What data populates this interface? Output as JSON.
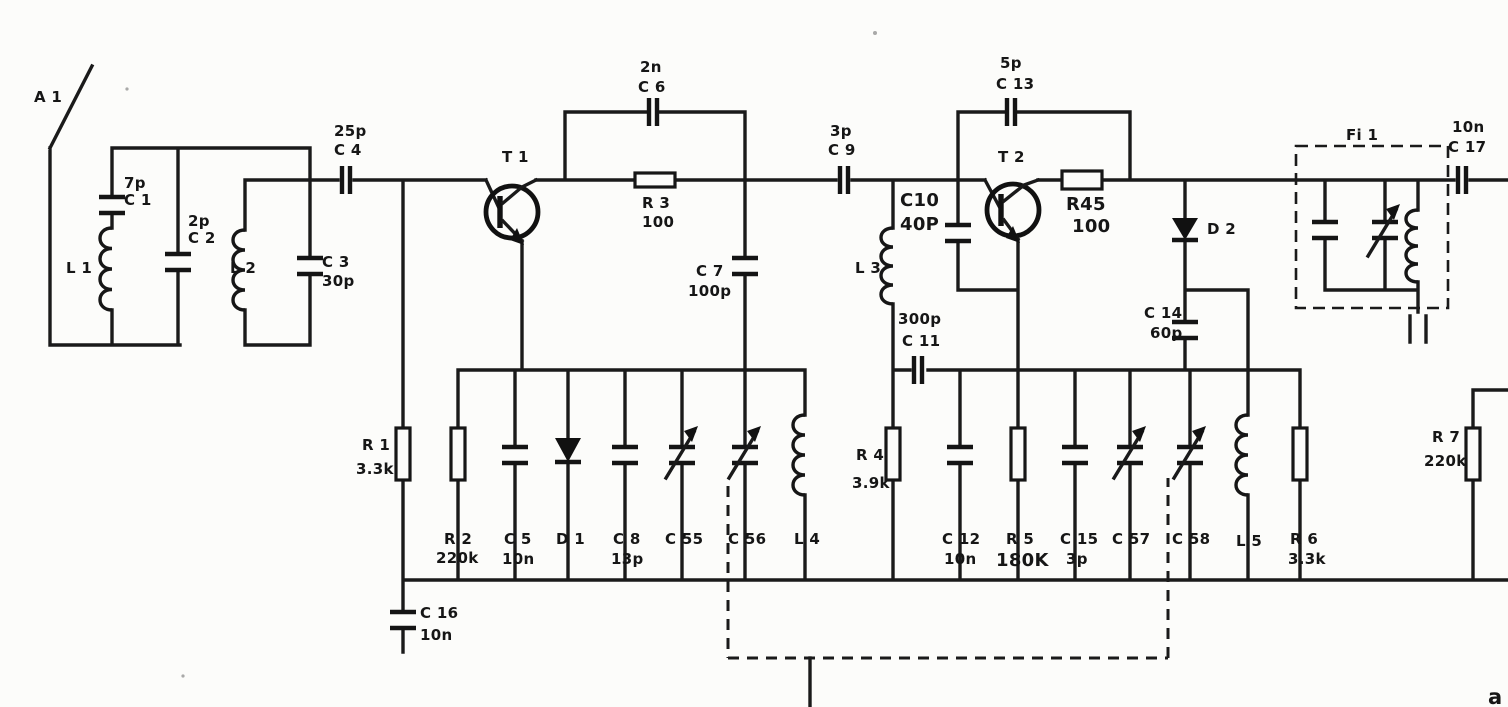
{
  "diagram": {
    "kind": "two-transistor RF receiver schematic (scanned)",
    "ink": "#161616",
    "paper": "#fcfcfa"
  },
  "components": {
    "a1": {
      "ref": "A 1"
    },
    "c1": {
      "ref": "C 1",
      "value": "7p"
    },
    "c2": {
      "ref": "C 2",
      "value": "2p"
    },
    "c3": {
      "ref": "C 3",
      "value": "30p"
    },
    "c4": {
      "ref": "C 4",
      "value": "25p"
    },
    "c5": {
      "ref": "C 5",
      "value": "10n"
    },
    "c6": {
      "ref": "C 6",
      "value": "2n"
    },
    "c7": {
      "ref": "C 7",
      "value": "100p"
    },
    "c8": {
      "ref": "C 8",
      "value": "13p"
    },
    "c9": {
      "ref": "C 9",
      "value": "3p"
    },
    "c10": {
      "ref": "C10",
      "value": "40P"
    },
    "c11": {
      "ref": "C 11",
      "value": "300p"
    },
    "c12": {
      "ref": "C 12",
      "value": "10n"
    },
    "c13": {
      "ref": "C 13",
      "value": "5p"
    },
    "c14": {
      "ref": "C 14",
      "value": "60p"
    },
    "c15": {
      "ref": "C 15",
      "value": "3p"
    },
    "c16": {
      "ref": "C 16",
      "value": "10n"
    },
    "c17": {
      "ref": "C 17",
      "value": "10n"
    },
    "c55": {
      "ref": "C 55"
    },
    "c56": {
      "ref": "C 56"
    },
    "c57": {
      "ref": "C 57"
    },
    "c58": {
      "ref": "C 58"
    },
    "r1": {
      "ref": "R 1",
      "value": "3.3k"
    },
    "r2": {
      "ref": "R 2",
      "value": "220k"
    },
    "r3": {
      "ref": "R 3",
      "value": "100"
    },
    "r4": {
      "ref": "R 4",
      "value": "3.9k"
    },
    "r5": {
      "ref": "R 5",
      "value": "180K"
    },
    "r6": {
      "ref": "R 6",
      "value": "3.3k"
    },
    "r7": {
      "ref": "R 7",
      "value": "220k"
    },
    "r45": {
      "ref": "R45",
      "value": "100"
    },
    "d1": {
      "ref": "D 1"
    },
    "d2": {
      "ref": "D 2"
    },
    "t1": {
      "ref": "T 1"
    },
    "t2": {
      "ref": "T 2"
    },
    "l1": {
      "ref": "L 1"
    },
    "l2": {
      "ref": "L 2"
    },
    "l3": {
      "ref": "L 3"
    },
    "l4": {
      "ref": "L 4"
    },
    "l5": {
      "ref": "L 5"
    },
    "fi1": {
      "ref": "Fi 1"
    },
    "corner_mark": {
      "ref": "a"
    }
  }
}
